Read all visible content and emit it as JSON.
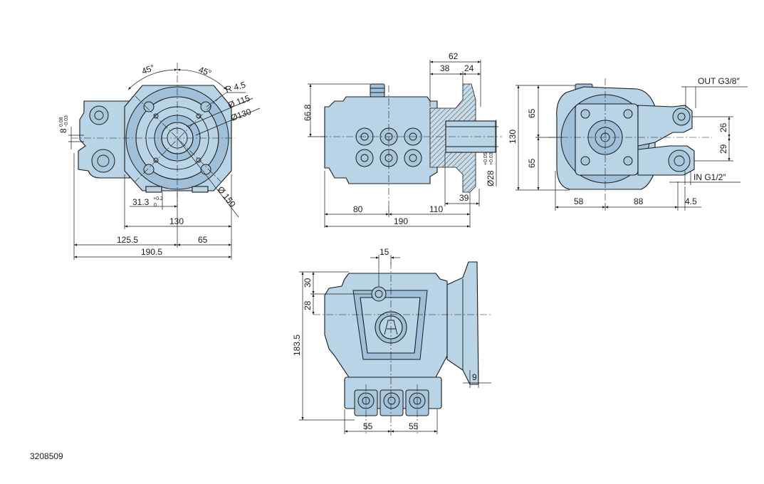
{
  "drawing_code": "3208509",
  "front_view": {
    "angle_left": "45°",
    "angle_right": "45°",
    "radius": "R 4.5",
    "dia_115": "Ø 115",
    "dia_130": "Ø130",
    "dia_150": "Ø 150",
    "offset_value": "31.3",
    "offset_tol_upper": "+0.2",
    "offset_tol_lower": "0",
    "key_value": "8",
    "key_tol_upper": "0.08",
    "key_tol_lower": "-0.03",
    "dim_130": "130",
    "dim_125_5": "125.5",
    "dim_65": "65",
    "dim_190_5": "190.5"
  },
  "side_view": {
    "dim_62": "62",
    "dim_38": "38",
    "dim_24": "24",
    "dim_66_8": "66.8",
    "shaft_dia": "Ø28",
    "shaft_tol_upper": "+0.05",
    "shaft_tol_lower": "+0.03",
    "dim_39": "39",
    "dim_80": "80",
    "dim_110": "110",
    "dim_190": "190"
  },
  "rear_view": {
    "out_label": "OUT G3/8″",
    "in_label": "IN G1/2″",
    "dim_130": "130",
    "dim_65_top": "65",
    "dim_65_bottom": "65",
    "dim_26": "26",
    "dim_29": "29",
    "dim_58": "58",
    "dim_88": "88",
    "dim_4_5": "4.5"
  },
  "top_view": {
    "dim_15": "15",
    "dim_30": "30",
    "dim_28": "28",
    "dim_183_5": "183.5",
    "dim_9": "9",
    "dim_55_left": "55",
    "dim_55_right": "55"
  }
}
